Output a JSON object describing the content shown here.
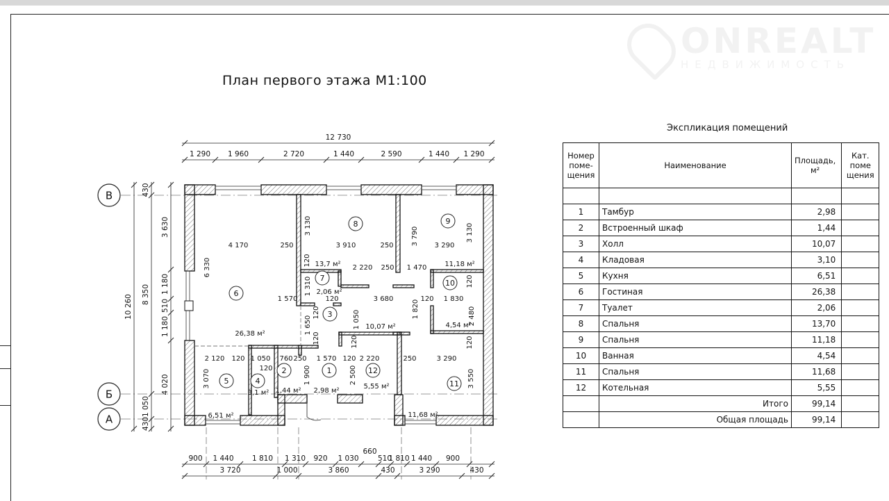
{
  "title": "План первого этажа М1:100",
  "watermark": {
    "name": "ONREALT",
    "subtitle": "НЕДВИЖИМОСТЬ"
  },
  "plan": {
    "axes": [
      "В",
      "Б",
      "А"
    ],
    "dims_top": {
      "total": "12 730",
      "segments": [
        "1 290",
        "1 960",
        "2 720",
        "1 440",
        "2 590",
        "1 440",
        "1 290"
      ]
    },
    "dims_bottom": {
      "row1": [
        "900",
        "1 440",
        "1 810",
        "1 310",
        "920",
        "1 030",
        "660",
        "510",
        "1 810",
        "1 440",
        "900"
      ],
      "row2": [
        "3 720",
        "1 000",
        "3 860",
        "430",
        "3 290",
        "430"
      ]
    },
    "dims_left": {
      "outer": "10 260",
      "middle": [
        "430",
        "8 350",
        "1 050",
        "430"
      ],
      "inner": [
        "3 630",
        "1 180",
        "510",
        "1 180",
        "4 020"
      ]
    },
    "rooms": [
      "1",
      "2",
      "3",
      "4",
      "5",
      "6",
      "7",
      "8",
      "9",
      "10",
      "11",
      "12"
    ],
    "interior_labels": [
      "4 170",
      "250",
      "3 910",
      "250",
      "3 290",
      "3 130",
      "3 790",
      "3 130",
      "6 330",
      "120",
      "13,7 м²",
      "2 220",
      "250",
      "1 470",
      "11,18 м²",
      "1 310",
      "2,06 м²",
      "1 570",
      "120",
      "3 680",
      "120",
      "1 830",
      "120",
      "1 820",
      "2 480",
      "120",
      "1 650",
      "1 050",
      "10,07 м²",
      "4,54 м²",
      "26,38 м²",
      "120",
      "120",
      "120",
      "2 120",
      "120",
      "1 050",
      "760",
      "250",
      "1 570",
      "120",
      "2 220",
      "250",
      "3 290",
      "120",
      "1 900",
      "2 500",
      "3 070",
      "3 550",
      "3,1 м²",
      "1,44 м²",
      "2,98 м²",
      "5,55 м²",
      "6,51 м²",
      "11,68 м²"
    ]
  },
  "explication": {
    "title": "Экспликация помещений",
    "headers": {
      "num": "Номер поме-щения",
      "name": "Наименование",
      "area": "Площадь, м²",
      "cat": "Кат. поме щения"
    },
    "rows": [
      {
        "num": "1",
        "name": "Тамбур",
        "area": "2,98"
      },
      {
        "num": "2",
        "name": "Встроенный шкаф",
        "area": "1,44"
      },
      {
        "num": "3",
        "name": "Холл",
        "area": "10,07"
      },
      {
        "num": "4",
        "name": "Кладовая",
        "area": "3,10"
      },
      {
        "num": "5",
        "name": "Кухня",
        "area": "6,51"
      },
      {
        "num": "6",
        "name": "Гостиная",
        "area": "26,38"
      },
      {
        "num": "7",
        "name": "Туалет",
        "area": "2,06"
      },
      {
        "num": "8",
        "name": "Спальня",
        "area": "13,70"
      },
      {
        "num": "9",
        "name": "Спальня",
        "area": "11,18"
      },
      {
        "num": "10",
        "name": "Ванная",
        "area": "4,54"
      },
      {
        "num": "11",
        "name": "Спальня",
        "area": "11,68"
      },
      {
        "num": "12",
        "name": "Котельная",
        "area": "5,55"
      }
    ],
    "total_label": "Итого",
    "total": "99,14",
    "overall_label": "Общая площадь",
    "overall": "99,14"
  }
}
